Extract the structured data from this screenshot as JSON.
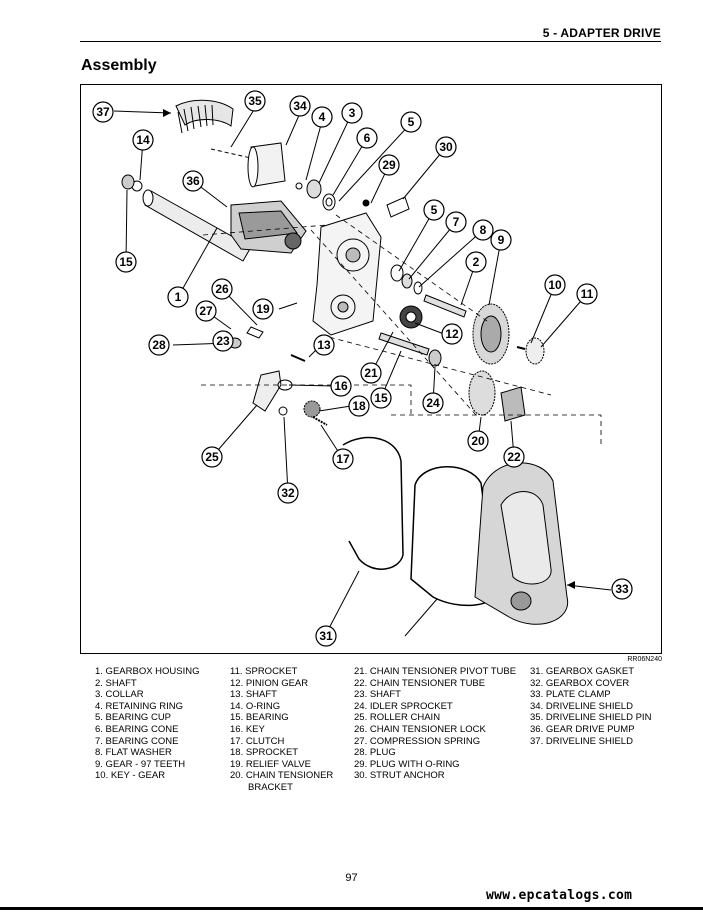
{
  "header": {
    "section": "5 - ADAPTER DRIVE"
  },
  "title": "Assembly",
  "figure_code": "RR06N240",
  "callouts": [
    "37",
    "35",
    "34",
    "4",
    "3",
    "5",
    "14",
    "6",
    "30",
    "29",
    "36",
    "5",
    "7",
    "8",
    "9",
    "2",
    "15",
    "26",
    "1",
    "19",
    "10",
    "11",
    "27",
    "12",
    "28",
    "23",
    "13",
    "21",
    "16",
    "15",
    "24",
    "18",
    "20",
    "25",
    "17",
    "22",
    "32",
    "33",
    "31"
  ],
  "legend": {
    "col1": [
      "1.  GEARBOX HOUSING",
      "2.  SHAFT",
      "3.  COLLAR",
      "4.  RETAINING RING",
      "5.  BEARING CUP",
      "6.  BEARING CONE",
      "7.  BEARING CONE",
      "8.  FLAT WASHER",
      "9.  GEAR - 97 TEETH",
      "10.  KEY - GEAR"
    ],
    "col2": [
      "11.  SPROCKET",
      "12.  PINION GEAR",
      "13.  SHAFT",
      "14.  O-RING",
      "15.  BEARING",
      "16.  KEY",
      "17.  CLUTCH",
      "18.  SPROCKET",
      "19.  RELIEF VALVE",
      "20.  CHAIN TENSIONER",
      "BRACKET"
    ],
    "col3": [
      "21.  CHAIN TENSIONER PIVOT TUBE",
      "22.  CHAIN TENSIONER TUBE",
      "23.  SHAFT",
      "24.  IDLER SPROCKET",
      "25.  ROLLER CHAIN",
      "26.  CHAIN TENSIONER LOCK",
      "27.  COMPRESSION SPRING",
      "28.  PLUG",
      "29.  PLUG WITH O-RING",
      "30.  STRUT ANCHOR"
    ],
    "col4": [
      "31.  GEARBOX GASKET",
      "32.  GEARBOX COVER",
      "33.  PLATE CLAMP",
      "34.  DRIVELINE SHIELD",
      "35.  DRIVELINE SHIELD PIN",
      "36.  GEAR DRIVE PUMP",
      "37.  DRIVELINE SHIELD"
    ]
  },
  "page_number": "97",
  "footer": {
    "url": "www.epcatalogs.com"
  }
}
